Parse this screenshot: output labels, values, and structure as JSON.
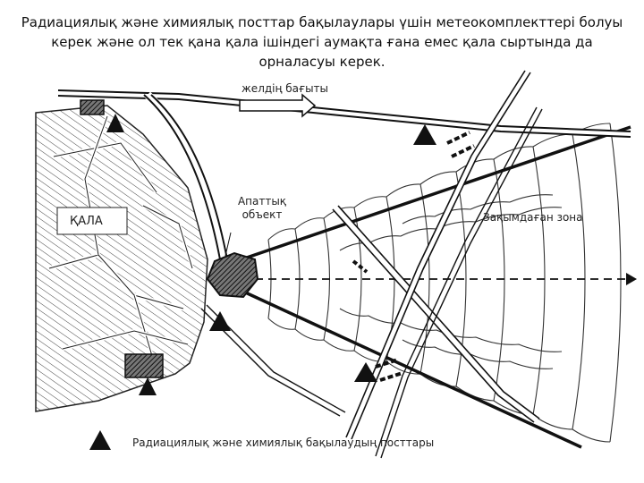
{
  "heading": "Радиациялық және химиялық посттар бақылаулары үшін метеокомплекттері болуы керек және ол тек қана қала ішіндегі аумақта ғана емес қала сыртында да орналасуы керек.",
  "labels": {
    "wind": "желдің бағыты",
    "city": "ҚАЛА",
    "hazard_object": "Апаттық объект",
    "affected_zone": "Зақымдаған зона",
    "legend_posts": "Радиациялық және химиялық бақылаудың посттары"
  }
}
